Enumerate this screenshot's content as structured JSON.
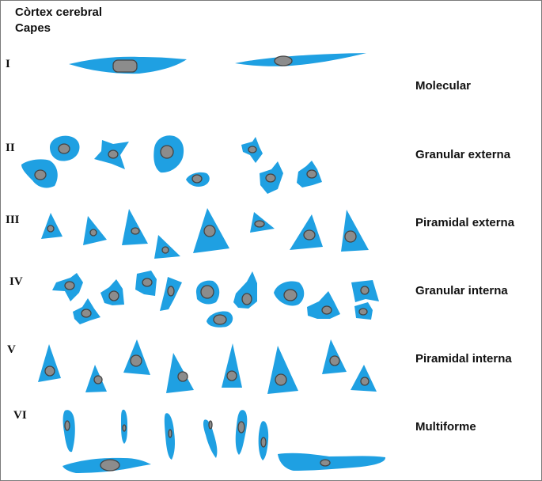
{
  "title": {
    "line1": "Còrtex cerebral",
    "line2": "Capes"
  },
  "layers": [
    {
      "roman": "I",
      "name": "Molecular"
    },
    {
      "roman": "II",
      "name": "Granular externa"
    },
    {
      "roman": "III",
      "name": "Piramidal externa"
    },
    {
      "roman": "IV",
      "name": "Granular interna"
    },
    {
      "roman": "V",
      "name": "Piramidal interna"
    },
    {
      "roman": "VI",
      "name": "Multiforme"
    }
  ],
  "colors": {
    "cell_body": "#1fa0e2",
    "nucleus": "#8c8c8c",
    "outline": "#444444",
    "frame_border": "#7a7a7a"
  }
}
